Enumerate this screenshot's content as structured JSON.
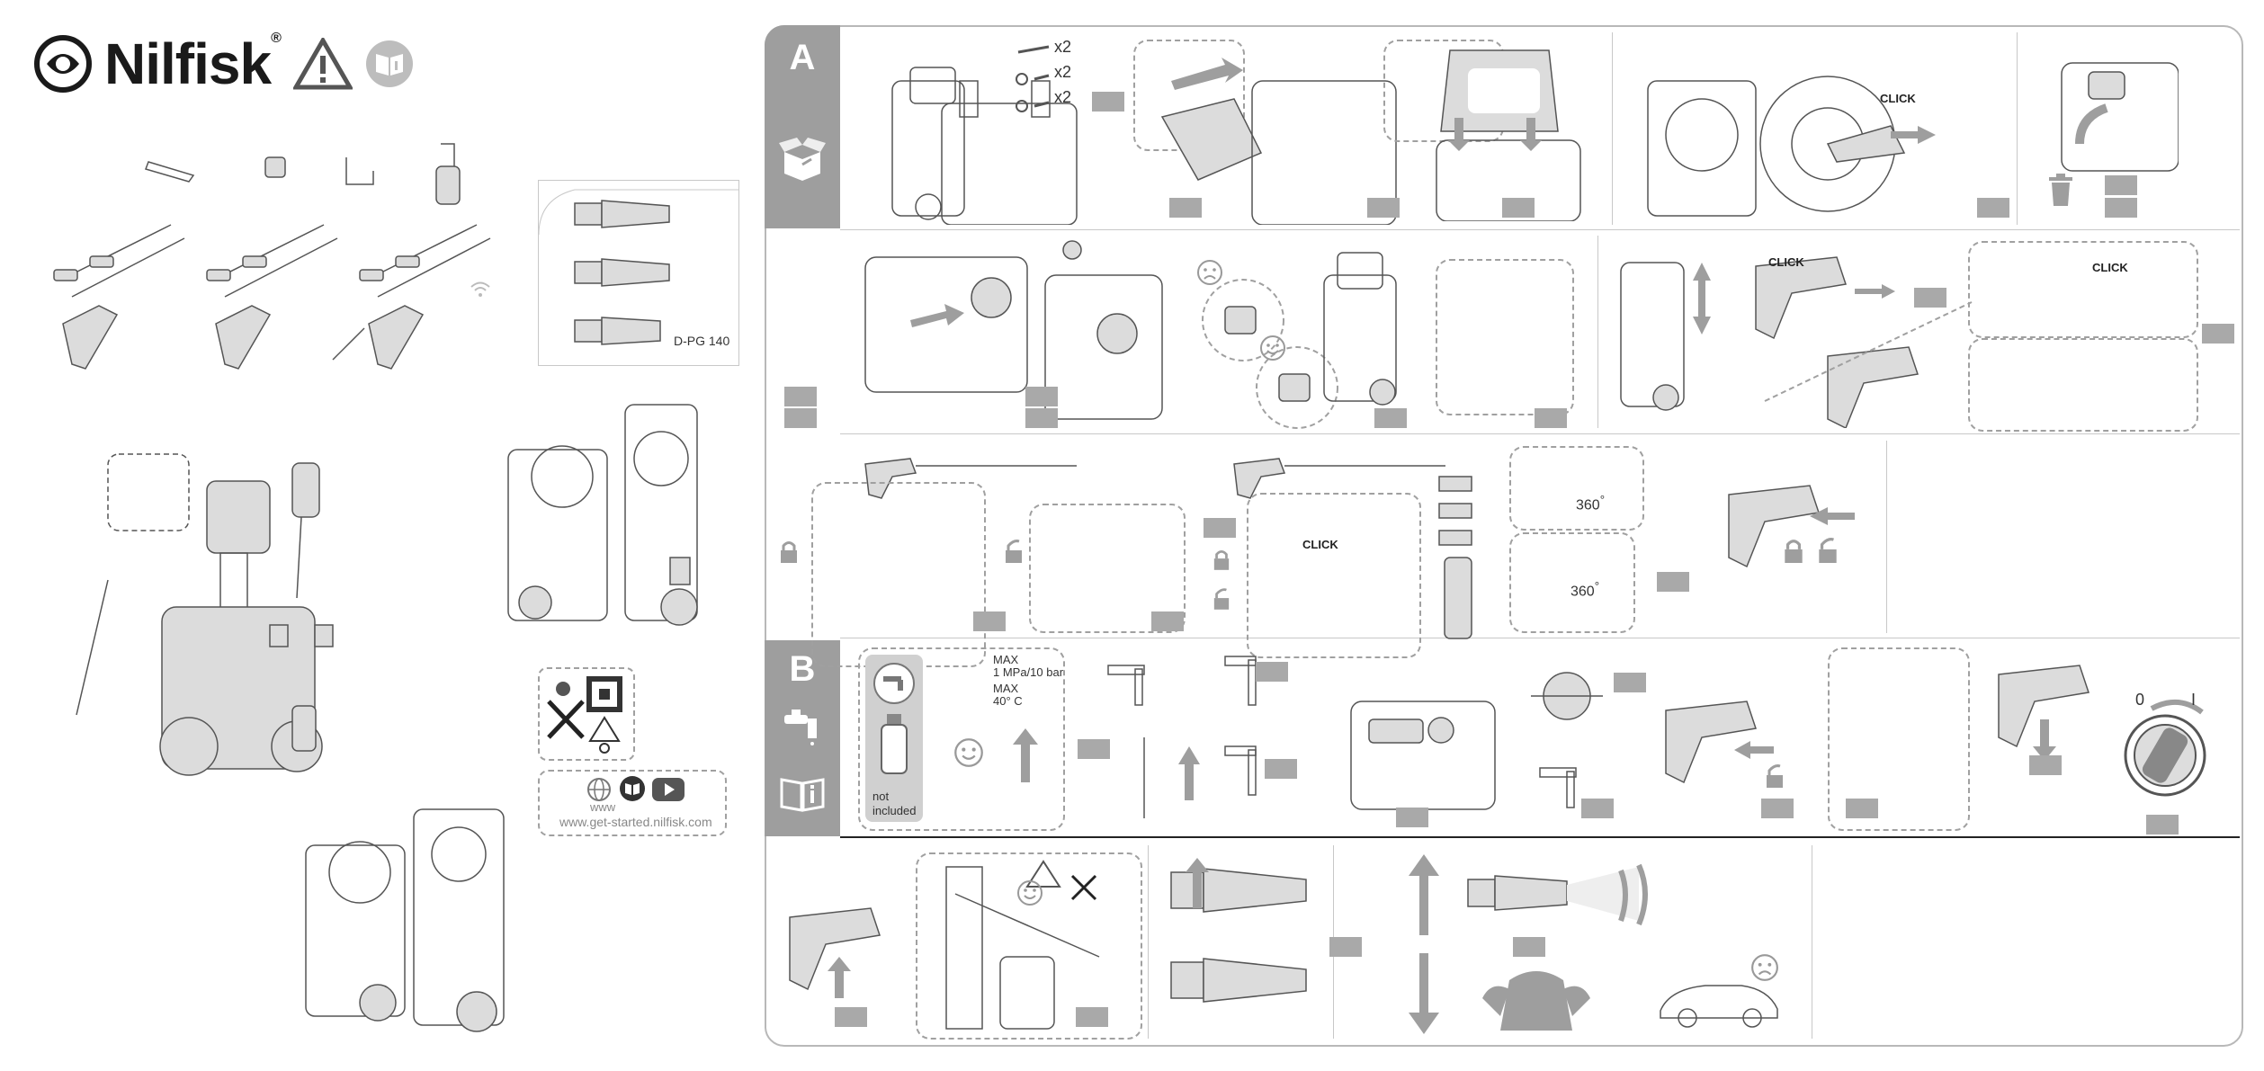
{
  "brand": {
    "name": "Nilfisk",
    "registered": "®"
  },
  "nozzle_model": "D-PG 140",
  "sections": {
    "a": "A",
    "b": "B"
  },
  "quantities": {
    "q1": "x2",
    "q2": "x2",
    "q3": "x2"
  },
  "click_labels": {
    "c1": "CLICK",
    "c2": "CLICK",
    "c3": "CLICK",
    "c4": "CLICK"
  },
  "rotation": {
    "r1": "360",
    "r1_unit": "°",
    "r2": "360",
    "r2_unit": "°"
  },
  "water_supply": {
    "max_pressure_label": "MAX",
    "max_pressure_value": "1 MPa/10 bar",
    "max_temp_label": "MAX",
    "max_temp_value": "40° C",
    "not_included": "not\nincluded"
  },
  "switch_labels": {
    "off": "0",
    "on": "I"
  },
  "web": {
    "www": "www",
    "url": "www.get-started.nilfisk.com"
  },
  "colors": {
    "panel_grey": "#9e9e9e",
    "marker_grey": "#a9a9a9",
    "line": "#555555"
  },
  "icons": [
    "nilfisk-logo-icon",
    "warning-triangle-icon",
    "manual-icon",
    "globe-icon",
    "book-icon",
    "youtube-play-icon",
    "faucet-icon",
    "box-open-icon",
    "padlock-icon",
    "trash-icon",
    "smiley-happy-icon",
    "smiley-sad-icon",
    "wifi-icon"
  ]
}
